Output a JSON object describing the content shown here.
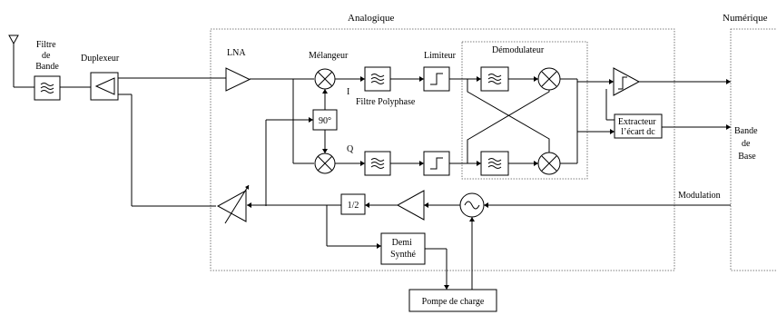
{
  "sections": {
    "analog": "Analogique",
    "digital": "Numérique"
  },
  "labels": {
    "filtre_bande": [
      "Filtre",
      "de",
      "Bande"
    ],
    "duplexeur": "Duplexeur",
    "lna": "LNA",
    "melangeur": "Mélangeur",
    "limiteur": "Limiteur",
    "demodulateur": "Démodulateur",
    "filtre_polyphase": "Filtre Polyphase",
    "phase90": "90°",
    "i": "I",
    "q": "Q",
    "extracteur": [
      "Extracteur",
      "l’écart dc"
    ],
    "bande_base": [
      "Bande",
      "de",
      "Base"
    ],
    "modulation": "Modulation",
    "div2": "1/2",
    "demi_synthe": [
      "Demi",
      "Synthé"
    ],
    "pompe": "Pompe de charge"
  }
}
